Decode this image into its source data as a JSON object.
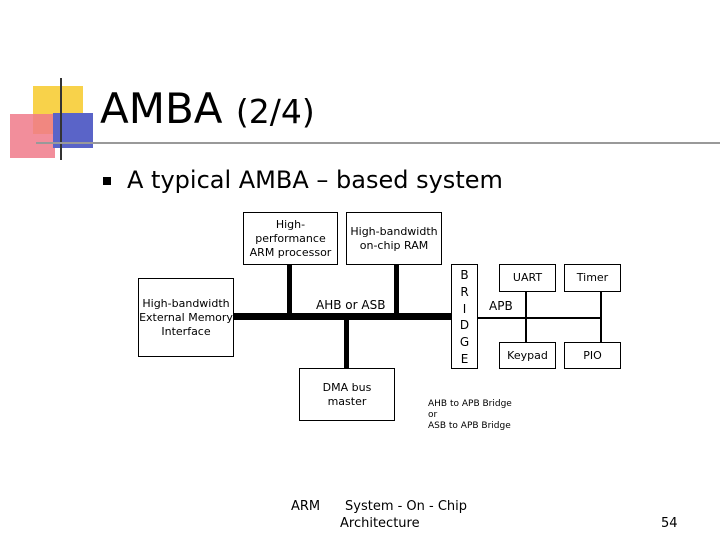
{
  "slide": {
    "title": "AMBA",
    "title_suffix": "(2/4)",
    "bullet": "A typical AMBA – based system",
    "page_number": "54"
  },
  "footer": {
    "left": "ARM",
    "right_line1": "System - On - Chip",
    "right_line2": "Architecture"
  },
  "diagram": {
    "arm_processor": "High-performance\nARM processor",
    "onchip_ram": "High-bandwidth\non-chip RAM",
    "ext_memory": "High-bandwidth\nExternal Memory\nInterface",
    "dma": "DMA bus\nmaster",
    "ahb_label": "AHB or ASB",
    "bridge_letters": [
      "B",
      "R",
      "I",
      "D",
      "G",
      "E"
    ],
    "apb_label": "APB",
    "uart": "UART",
    "timer": "Timer",
    "keypad": "Keypad",
    "pio": "PIO",
    "bridge_note": "AHB to APB Bridge\nor\nASB to APB Bridge"
  },
  "colors": {
    "ornament_yellow": "#f8d24a",
    "ornament_red": "#f07a8a",
    "ornament_blue": "#5a64c8"
  }
}
